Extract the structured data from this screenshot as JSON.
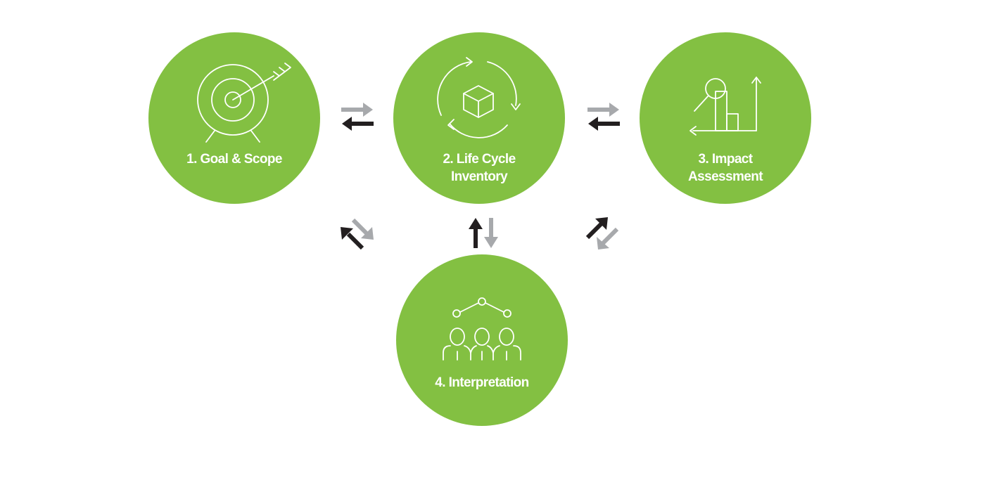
{
  "colors": {
    "circle_green": "#83c042",
    "arrow_dark": "#231f20",
    "arrow_light": "#a7a9ac",
    "icon_stroke": "#ffffff"
  },
  "phases": [
    {
      "id": "goal-scope",
      "icon": "target-arrow-icon",
      "lines": [
        "1. Goal & Scope"
      ]
    },
    {
      "id": "life-cycle-inventory",
      "icon": "cycle-cube-icon",
      "lines": [
        "2. Life Cycle",
        "Inventory"
      ]
    },
    {
      "id": "impact-assessment",
      "icon": "chart-magnifier-icon",
      "lines": [
        "3. Impact",
        "Assessment"
      ]
    },
    {
      "id": "interpretation",
      "icon": "people-network-icon",
      "lines": [
        "4. Interpretation"
      ]
    }
  ],
  "connectors": [
    {
      "between": [
        "goal-scope",
        "life-cycle-inventory"
      ],
      "direction": "bidirectional"
    },
    {
      "between": [
        "life-cycle-inventory",
        "impact-assessment"
      ],
      "direction": "bidirectional"
    },
    {
      "between": [
        "goal-scope",
        "interpretation"
      ],
      "direction": "bidirectional"
    },
    {
      "between": [
        "life-cycle-inventory",
        "interpretation"
      ],
      "direction": "bidirectional"
    },
    {
      "between": [
        "impact-assessment",
        "interpretation"
      ],
      "direction": "bidirectional"
    }
  ]
}
